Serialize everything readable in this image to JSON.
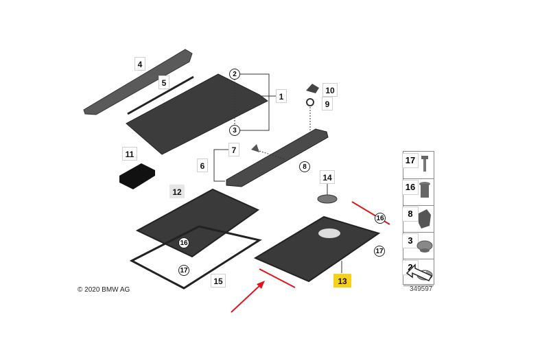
{
  "copyright": "© 2020 BMW AG",
  "image_number": "349597",
  "highlighted_part": "13",
  "colors": {
    "highlight": "#f7d117",
    "annotation_red": "#e0141c",
    "part_dark": "#3a3a3a"
  },
  "callouts": {
    "p1": "1",
    "p2": "2",
    "p3": "3",
    "p4": "4",
    "p5": "5",
    "p6": "6",
    "p7": "7",
    "p8": "8",
    "p9": "9",
    "p10": "10",
    "p11": "11",
    "p12": "12",
    "p13": "13",
    "p14": "14",
    "p15": "15",
    "p16a": "16",
    "p17a": "17",
    "p16b": "16",
    "p17b": "17"
  },
  "sidebar": {
    "items": [
      {
        "number": "17"
      },
      {
        "number": "16"
      },
      {
        "number": "8"
      },
      {
        "number": "3"
      },
      {
        "number": "2"
      }
    ]
  }
}
